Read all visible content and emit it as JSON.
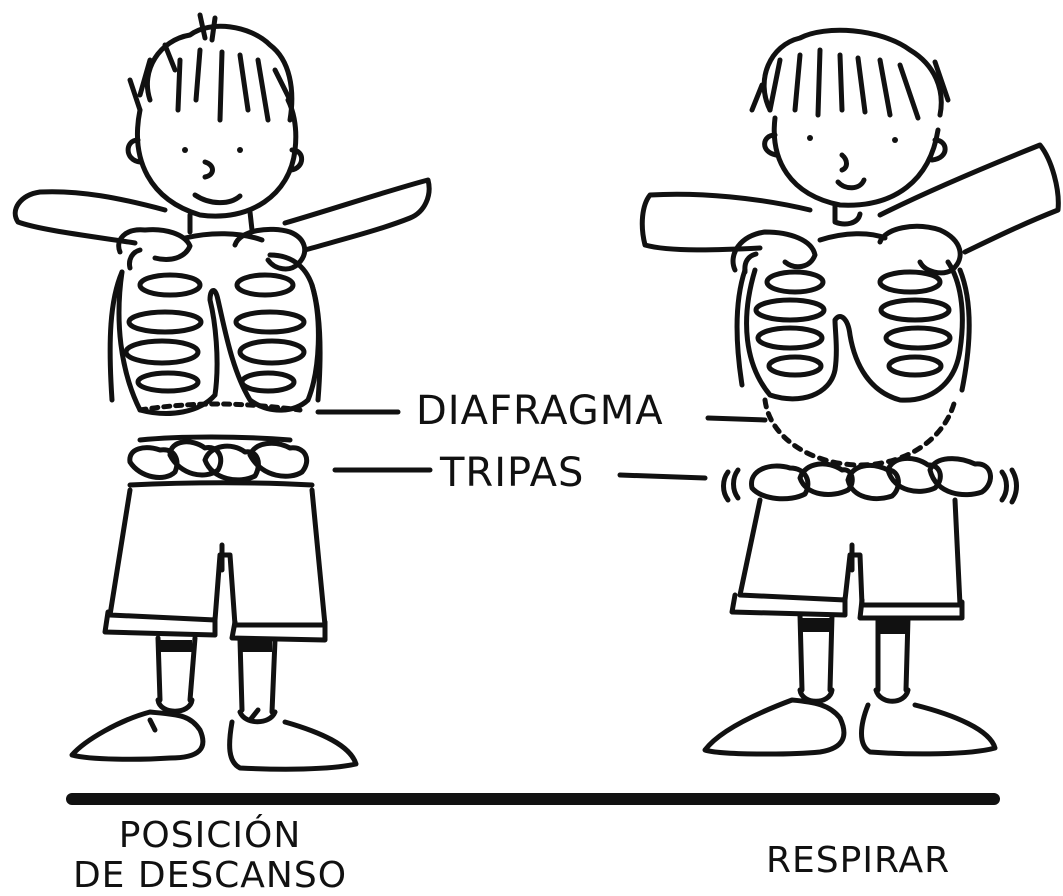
{
  "labels": {
    "diafragma": "DIAFRAGMA",
    "tripas": "TRIPAS"
  },
  "captions": {
    "left_line1": "POSICIÓN",
    "left_line2": "DE DESCANSO",
    "right": "RESPIRAR"
  },
  "colors": {
    "ink": "#111111",
    "background": "#ffffff"
  }
}
